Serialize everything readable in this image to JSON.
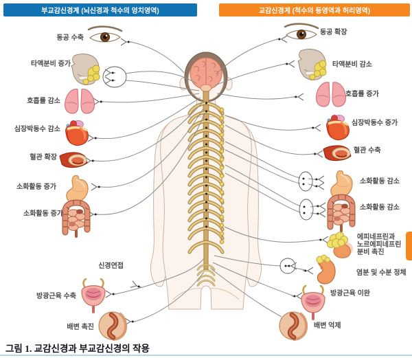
{
  "banners": {
    "left": {
      "text": "부교감신경계 (뇌신경과 척수의 엉치영역)",
      "color": "#1273b4"
    },
    "right": {
      "text": "교감신경계 (척수의 등영역과 허리영역)",
      "color": "#f6871f"
    }
  },
  "left_column": {
    "system": "parasympathetic",
    "items": [
      {
        "label": "동공 수축",
        "organ": "eye"
      },
      {
        "label": "타액분비 증가",
        "organ": "salivary-gland"
      },
      {
        "label": "호흡률 감소",
        "organ": "lungs"
      },
      {
        "label": "심장박동수 감소",
        "organ": "heart"
      },
      {
        "label": "혈관 확장",
        "organ": "blood-vessel"
      },
      {
        "label": "소화활동 증가",
        "organ": "stomach"
      },
      {
        "label": "소화활동 증가",
        "organ": "intestines"
      },
      {
        "label": "방광근육 수축",
        "organ": "bladder"
      },
      {
        "label": "배변 촉진",
        "organ": "rectum"
      }
    ],
    "synapse_label": "신경연접"
  },
  "right_column": {
    "system": "sympathetic",
    "items": [
      {
        "label": "동공 확장",
        "organ": "eye"
      },
      {
        "label": "타액분비 감소",
        "organ": "salivary-gland"
      },
      {
        "label": "호흡률 증가",
        "organ": "lungs"
      },
      {
        "label": "심장박동수 증가",
        "organ": "heart"
      },
      {
        "label": "혈관 수축",
        "organ": "blood-vessel"
      },
      {
        "label": "소화활동 감소",
        "organ": "stomach"
      },
      {
        "label": "소화활동 감소",
        "organ": "intestines"
      },
      {
        "label": "에피네프린과\n노르에피네프린\n분비 촉진",
        "organ": "adrenal-gland"
      },
      {
        "label": "염분 및 수분 정체",
        "organ": "kidney"
      },
      {
        "label": "방광근육 이완",
        "organ": "bladder"
      },
      {
        "label": "배변 억제",
        "organ": "rectum"
      }
    ]
  },
  "caption": "그림 1. 교감신경과 부교감신경의 작용"
}
